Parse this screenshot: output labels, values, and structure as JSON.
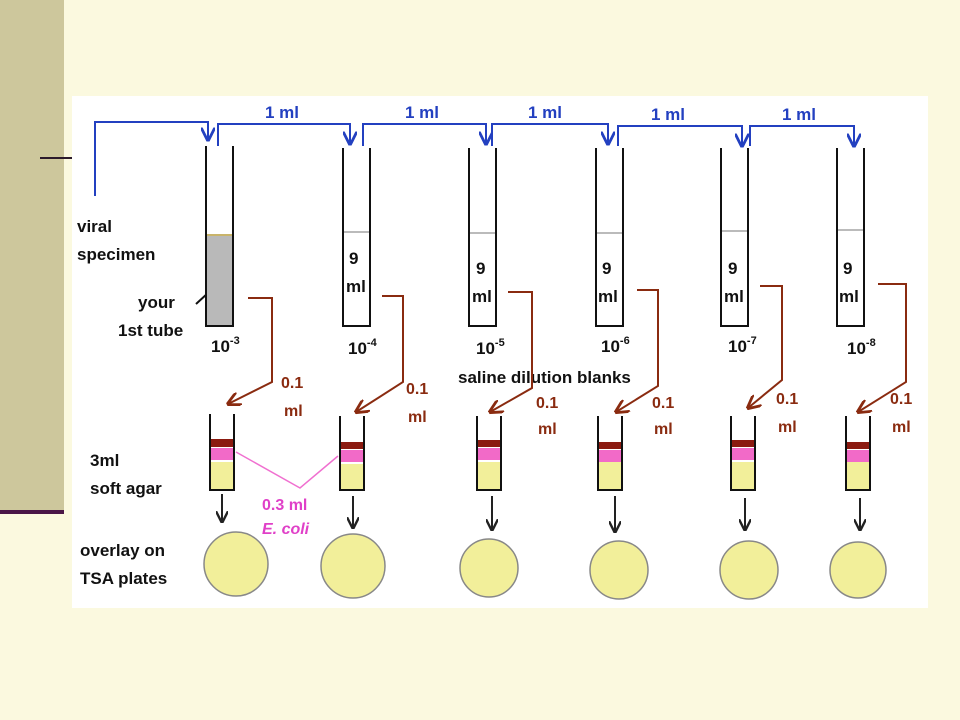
{
  "transfer_label": "1 ml",
  "specimen_label": [
    "viral",
    "specimen"
  ],
  "first_tube_label": [
    "your",
    "1st tube"
  ],
  "blank_volume": [
    "9",
    "ml"
  ],
  "dilutions": [
    "10",
    "10",
    "10",
    "10",
    "10",
    "10"
  ],
  "dilution_exponents": [
    "-3",
    "-4",
    "-5",
    "-6",
    "-7",
    "-8"
  ],
  "plating_volume": [
    "0.1",
    "ml"
  ],
  "blanks_label": "saline dilution blanks",
  "soft_agar_label": [
    "3ml",
    "soft agar"
  ],
  "ecoli_volume": "0.3 ml",
  "ecoli_label": "E. coli",
  "overlay_label": [
    "overlay on",
    "TSA plates"
  ],
  "colors": {
    "background": "#fbf9df",
    "sidebar": "#cdc79c",
    "blue_arrows": "#2340c0",
    "brown_arrows": "#8a2b10",
    "pink": "#e040c8",
    "agar_yellow": "#f2ef9a",
    "top_layer": "#8b1a10"
  },
  "icons": [
    "tube-icon",
    "plate-icon",
    "arrow-icon"
  ]
}
